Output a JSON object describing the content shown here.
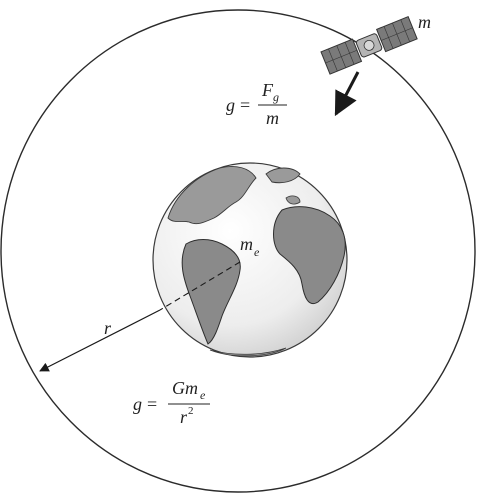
{
  "labels": {
    "satellite_mass": "m",
    "earth_mass": "m",
    "earth_mass_sub": "e",
    "radius": "r"
  },
  "formula_top": {
    "lhs": "g",
    "eq": "=",
    "num": "F",
    "num_sub": "g",
    "den": "m"
  },
  "formula_bottom": {
    "lhs": "g",
    "eq": "=",
    "num": "Gm",
    "num_sub": "e",
    "den": "r",
    "den_sup": "2"
  },
  "colors": {
    "orbit": "#2b2b2b",
    "earth_ocean": "#f2f2f2",
    "earth_land": "#8f8f8f",
    "earth_outline": "#3a3a3a",
    "satellite_panel": "#7a7a7a",
    "arrow": "#1a1a1a"
  },
  "icons": {
    "satellite": "satellite-icon",
    "earth": "earth-icon"
  }
}
